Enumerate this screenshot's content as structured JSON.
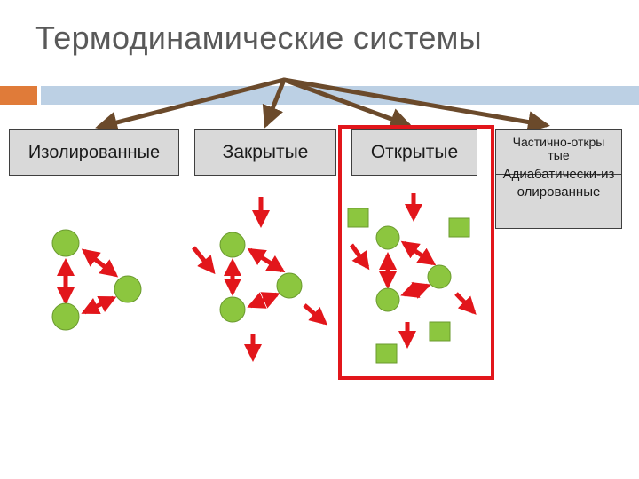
{
  "title": "Термодинамические системы",
  "categories": {
    "isolated": "Изолированные",
    "closed": "Закрытые",
    "open": "Открытые",
    "partial": "Частично-открытые",
    "adiabatic": "Адиабатически-изолированные"
  },
  "colors": {
    "title_text": "#595959",
    "accent_orange": "#e07b39",
    "accent_blue": "#bcd0e4",
    "box_fill": "#d9d9d9",
    "tree_arrow": "#6b4a2b",
    "flow_arrow": "#e2161b",
    "particle_fill": "#8cc63f",
    "highlight_border": "#e2161b"
  }
}
